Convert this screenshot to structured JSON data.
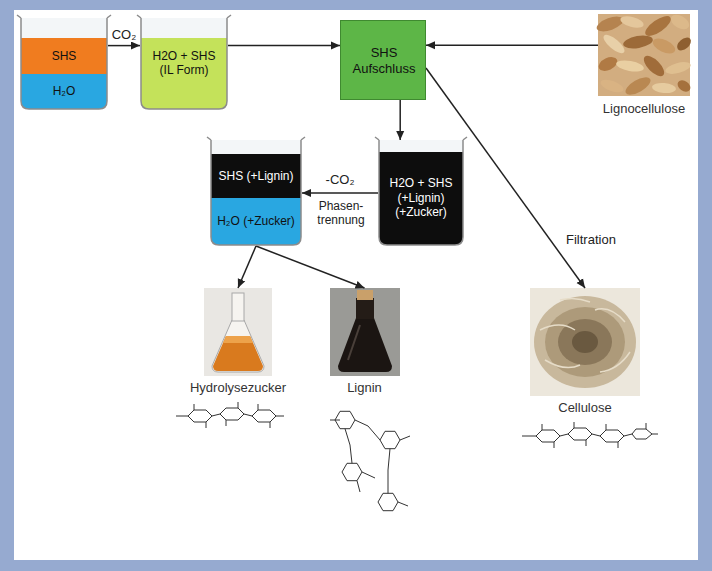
{
  "diagram": {
    "nodes": [
      {
        "text": [
          "SHS",
          "H₂O"
        ]
      },
      {
        "text": [
          "H2O + SHS (IL Form)"
        ]
      },
      {
        "text": [
          "SHS Aufschluss"
        ]
      },
      {
        "text": [
          "Lignocellulose"
        ]
      },
      {
        "text": [
          "SHS (+Lignin)",
          "H₂O (+Zucker)"
        ]
      },
      {
        "text": [
          "H2O + SHS (+Lignin) (+Zucker)"
        ]
      },
      {
        "text": [
          "Hydrolysezucker"
        ]
      },
      {
        "text": [
          "Lignin"
        ]
      },
      {
        "text": [
          "Cellulose"
        ]
      }
    ],
    "edges": [
      {
        "from": 0,
        "to": 1,
        "label": "CO₂",
        "arrow": "to"
      },
      {
        "from": 1,
        "to": 2,
        "arrow": "to"
      },
      {
        "from": 3,
        "to": 2,
        "arrow": "to"
      },
      {
        "from": 2,
        "to": 5,
        "arrow": "to"
      },
      {
        "from": 5,
        "to": 4,
        "label": "-CO₂",
        "arrow": "to"
      },
      {
        "from": 4,
        "to": 6,
        "arrow": "to"
      },
      {
        "from": 4,
        "to": 7,
        "arrow": "to"
      },
      {
        "from": 2,
        "to": 8,
        "label": "Filtration",
        "arrow": "to"
      }
    ],
    "labels": [
      "Phasen- trennung"
    ]
  }
}
